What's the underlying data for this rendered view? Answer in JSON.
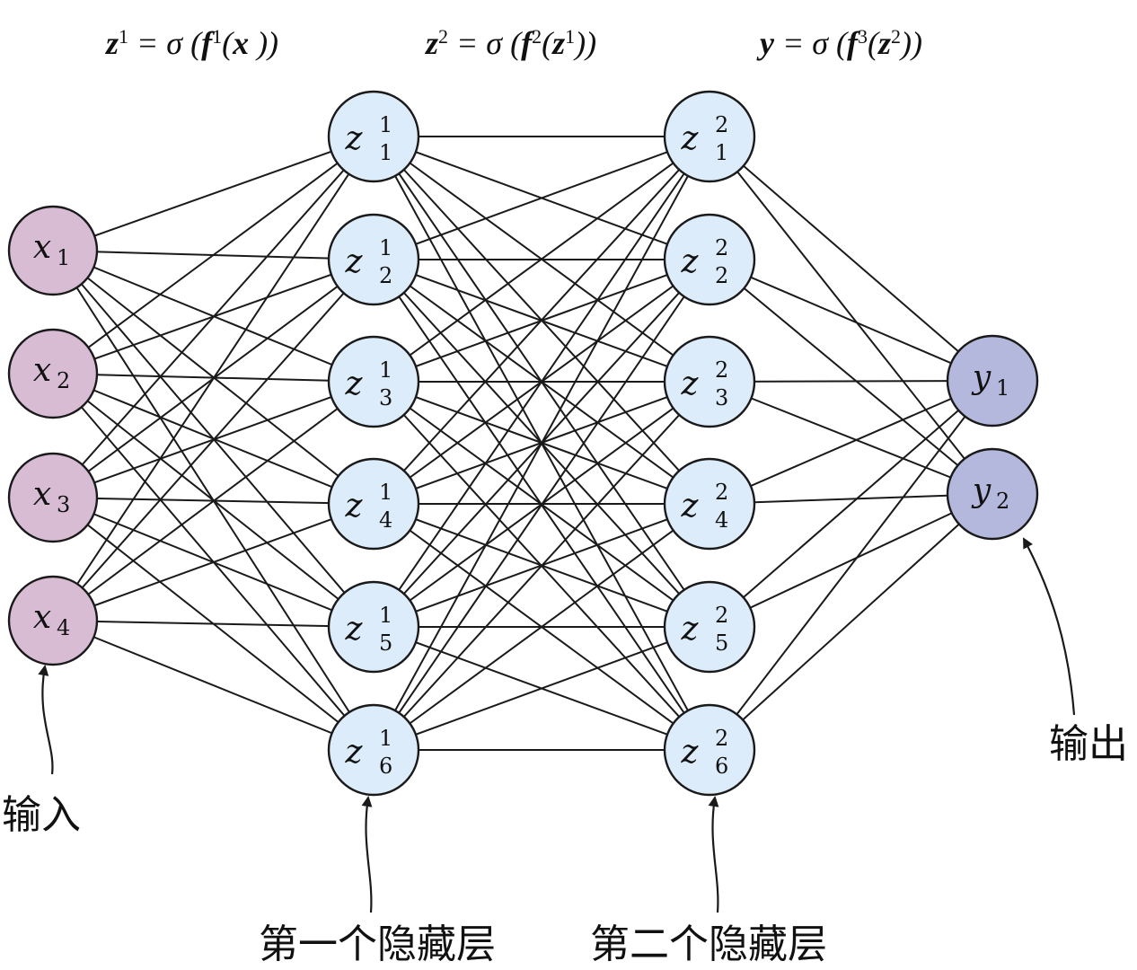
{
  "colors": {
    "input_fill": "#d7bcd4",
    "hidden_fill": "#dcecfa",
    "output_fill": "#b4b8dc",
    "stroke": "#1a1a1a"
  },
  "formulas": {
    "f1": {
      "parts": [
        [
          "z",
          "b"
        ],
        [
          "1",
          "sup"
        ],
        [
          " = σ (",
          ""
        ],
        [
          "f",
          "b"
        ],
        [
          "1",
          "sup"
        ],
        [
          "(",
          ""
        ],
        [
          "x",
          "b"
        ],
        [
          " ))",
          ""
        ]
      ]
    },
    "f2": {
      "parts": [
        [
          "z",
          "b"
        ],
        [
          "2",
          "sup"
        ],
        [
          " = σ (",
          ""
        ],
        [
          "f",
          "b"
        ],
        [
          "2",
          "sup"
        ],
        [
          "(",
          ""
        ],
        [
          "z",
          "b"
        ],
        [
          "1",
          "sup"
        ],
        [
          "))",
          ""
        ]
      ]
    },
    "f3": {
      "parts": [
        [
          "y",
          "b"
        ],
        [
          " = σ (",
          ""
        ],
        [
          "f",
          "b"
        ],
        [
          "3",
          "sup"
        ],
        [
          "(",
          ""
        ],
        [
          "z",
          "b"
        ],
        [
          "2",
          "sup"
        ],
        [
          "))",
          ""
        ]
      ]
    }
  },
  "input_layer": {
    "nodes": [
      {
        "base": "x",
        "sub": "1",
        "sup": ""
      },
      {
        "base": "x",
        "sub": "2",
        "sup": ""
      },
      {
        "base": "x",
        "sub": "3",
        "sup": ""
      },
      {
        "base": "x",
        "sub": "4",
        "sup": ""
      }
    ]
  },
  "hidden_layer_1": {
    "nodes": [
      {
        "base": "z",
        "sub": "1",
        "sup": "1"
      },
      {
        "base": "z",
        "sub": "2",
        "sup": "1"
      },
      {
        "base": "z",
        "sub": "3",
        "sup": "1"
      },
      {
        "base": "z",
        "sub": "4",
        "sup": "1"
      },
      {
        "base": "z",
        "sub": "5",
        "sup": "1"
      },
      {
        "base": "z",
        "sub": "6",
        "sup": "1"
      }
    ]
  },
  "hidden_layer_2": {
    "nodes": [
      {
        "base": "z",
        "sub": "1",
        "sup": "2"
      },
      {
        "base": "z",
        "sub": "2",
        "sup": "2"
      },
      {
        "base": "z",
        "sub": "3",
        "sup": "2"
      },
      {
        "base": "z",
        "sub": "4",
        "sup": "2"
      },
      {
        "base": "z",
        "sub": "5",
        "sup": "2"
      },
      {
        "base": "z",
        "sub": "6",
        "sup": "2"
      }
    ]
  },
  "output_layer": {
    "nodes": [
      {
        "base": "y",
        "sub": "1",
        "sup": ""
      },
      {
        "base": "y",
        "sub": "2",
        "sup": ""
      }
    ]
  },
  "labels": {
    "input": "输入",
    "hidden1": "第一个隐藏层",
    "hidden2": "第二个隐藏层",
    "output": "输出"
  }
}
